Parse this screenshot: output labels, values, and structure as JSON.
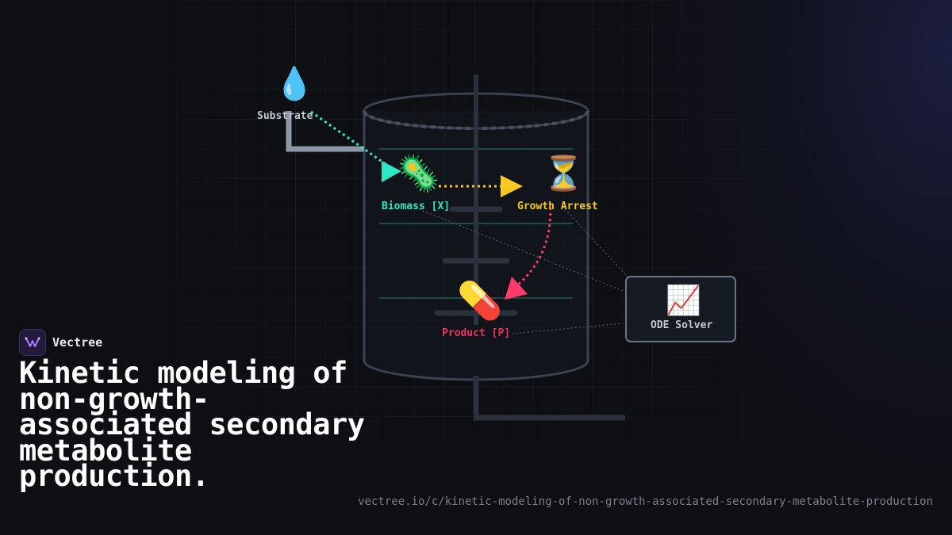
{
  "brand": {
    "name": "Vectree",
    "logo_icon": "vectree-logo-icon"
  },
  "title": "Kinetic modeling of non-growth-associated secondary metabolite production.",
  "url": "vectree.io/c/kinetic-modeling-of-non-growth-associated-secondary-metabolite-production",
  "diagram": {
    "substrate": {
      "label": "Substrate",
      "icon": "water-drop-icon",
      "color": "#c3c8d2"
    },
    "biomass": {
      "label": "Biomass [X]",
      "icon": "microbe-icon",
      "color": "#2ee8c4"
    },
    "arrest": {
      "label": "Growth Arrest",
      "icon": "hourglass-icon",
      "color": "#f7c820"
    },
    "product": {
      "label": "Product [P]",
      "icon": "pill-icon",
      "color": "#e8365f"
    },
    "solver": {
      "label": "ODE Solver",
      "icon": "chart-increasing-icon",
      "color": "#c3c8d2"
    }
  },
  "colors": {
    "background": "#0e0f13",
    "substrate_flow": "#2ee8c4",
    "arrest_flow": "#f7c820",
    "product_flow": "#ff3a6a",
    "vessel": "#3a4150"
  }
}
